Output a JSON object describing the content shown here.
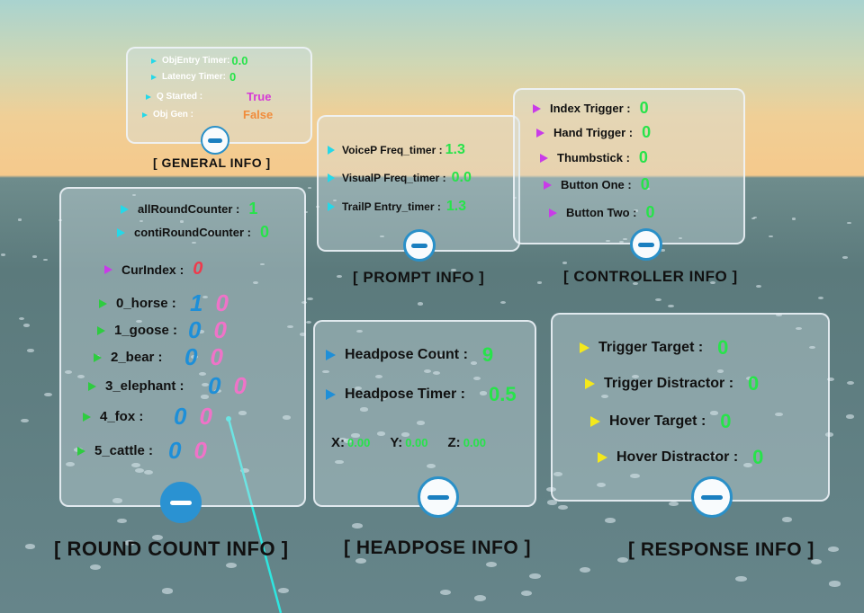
{
  "general": {
    "title": "[ GENERAL INFO ]",
    "rows": [
      {
        "label": "ObjEntry Timer:",
        "value": "0.0"
      },
      {
        "label": "Latency Timer:",
        "value": "0"
      },
      {
        "label": "Q Started :",
        "value": "True"
      },
      {
        "label": "Obj Gen :",
        "value": "False"
      }
    ]
  },
  "prompt": {
    "title": "[ PROMPT INFO ]",
    "rows": [
      {
        "label": "VoiceP Freq_timer :",
        "value": "1.3"
      },
      {
        "label": "VisualP Freq_timer :",
        "value": "0.0"
      },
      {
        "label": "TrailP Entry_timer :",
        "value": "1.3"
      }
    ]
  },
  "controller": {
    "title": "[ CONTROLLER INFO ]",
    "rows": [
      {
        "label": "Index Trigger :",
        "value": "0"
      },
      {
        "label": "Hand Trigger :",
        "value": "0"
      },
      {
        "label": "Thumbstick :",
        "value": "0"
      },
      {
        "label": "Button One :",
        "value": "0"
      },
      {
        "label": "Button Two :",
        "value": "0"
      }
    ]
  },
  "round": {
    "title": "[ ROUND COUNT INFO ]",
    "all_label": "allRoundCounter :",
    "all_value": "1",
    "conti_label": "contiRoundCounter :",
    "conti_value": "0",
    "cur_label": "CurIndex :",
    "cur_value": "0",
    "animals": [
      {
        "label": "0_horse :",
        "a": "1",
        "b": "0"
      },
      {
        "label": "1_goose :",
        "a": "0",
        "b": "0"
      },
      {
        "label": "2_bear :",
        "a": "0",
        "b": "0"
      },
      {
        "label": "3_elephant :",
        "a": "0",
        "b": "0"
      },
      {
        "label": "4_fox :",
        "a": "0",
        "b": "0"
      },
      {
        "label": "5_cattle :",
        "a": "0",
        "b": "0"
      }
    ]
  },
  "headpose": {
    "title": "[ HEADPOSE INFO ]",
    "count_label": "Headpose Count :",
    "count_value": "9",
    "timer_label": "Headpose Timer :",
    "timer_value": "0.5",
    "x_label": "X:",
    "x_value": "0.00",
    "y_label": "Y:",
    "y_value": "0.00",
    "z_label": "Z:",
    "z_value": "0.00"
  },
  "response": {
    "title": "[ RESPONSE INFO ]",
    "rows": [
      {
        "label": "Trigger Target :",
        "value": "0"
      },
      {
        "label": "Trigger Distractor :",
        "value": "0"
      },
      {
        "label": "Hover Target :",
        "value": "0"
      },
      {
        "label": "Hover Distractor :",
        "value": "0"
      }
    ]
  },
  "colors": {
    "value_green": "#27e34a",
    "true_magenta": "#d63ad6",
    "false_orange": "#f08c3c",
    "count_blue": "#1e8fd8",
    "count_pink": "#ef73c8",
    "cyan_marker": "#25d8e8",
    "laser": "#2ee6e0"
  }
}
